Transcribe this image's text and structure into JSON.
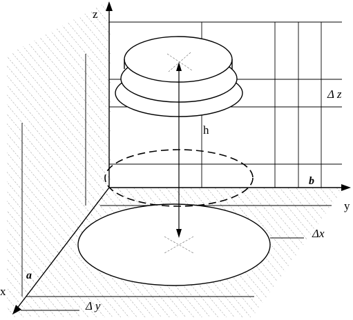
{
  "labels": {
    "axis_z": "z",
    "axis_y": "y",
    "axis_x": "x",
    "height": "h",
    "delta_z": "Δ z",
    "delta_x": "Δx",
    "delta_y": "Δ y",
    "a": "a",
    "b": "b"
  }
}
